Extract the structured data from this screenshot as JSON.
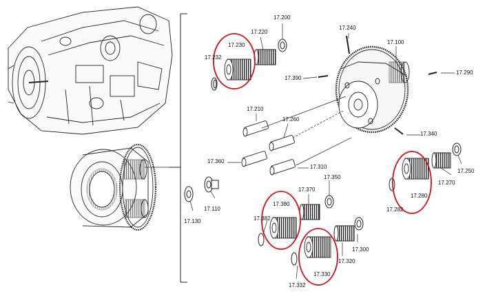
{
  "diagram": {
    "part_labels": {
      "p17_200": "17.200",
      "p17_220": "17.220",
      "p17_230": "17.230",
      "p17_232_top": "17.232",
      "p17_240": "17.240",
      "p17_100": "17.100",
      "p17_290": "17.290",
      "p17_390": "17.390",
      "p17_210": "17.210",
      "p17_260": "17.260",
      "p17_340": "17.340",
      "p17_360": "17.360",
      "p17_310": "17.310",
      "p17_250": "17.250",
      "p17_270": "17.270",
      "p17_280": "17.280",
      "p17_282": "17.282",
      "p17_350": "17.350",
      "p17_370": "17.370",
      "p17_380": "17.380",
      "p17_382": "17.382",
      "p17_110": "17.110",
      "p17_130": "17.130",
      "p17_300": "17.300",
      "p17_320": "17.320",
      "p17_330": "17.330",
      "p17_332_bottom": "17.332"
    },
    "colors": {
      "line": "#1a1a1a",
      "highlight_circle": "#d0101a",
      "background": "#ffffff"
    },
    "highlighted_parts": [
      "17.230",
      "17.280",
      "17.380",
      "17.330"
    ]
  }
}
